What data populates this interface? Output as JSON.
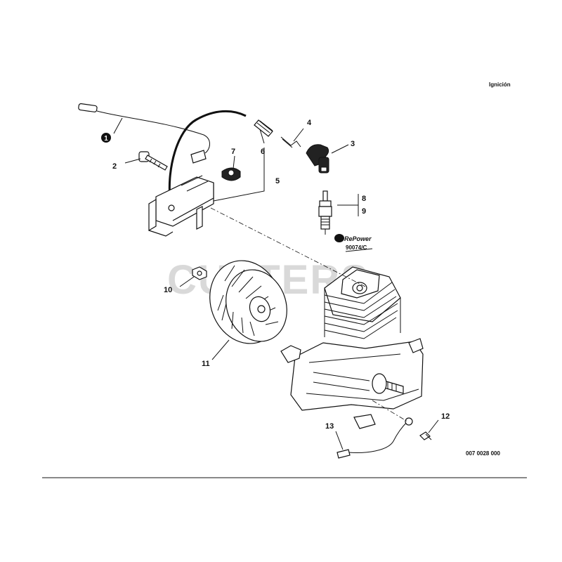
{
  "section_title": "Ignición",
  "drawing_number": "007 0028 000",
  "brand": {
    "logo_text": "RePower",
    "part_code": "90074/C"
  },
  "watermark": "CUTTERS",
  "callouts": [
    {
      "id": "c1",
      "label": "1",
      "target": "ignition lead",
      "highlighted": true
    },
    {
      "id": "c2",
      "label": "2",
      "target": "screw"
    },
    {
      "id": "c3",
      "label": "3",
      "target": "spark plug boot"
    },
    {
      "id": "c4",
      "label": "4",
      "target": "spring clip"
    },
    {
      "id": "c5",
      "label": "5",
      "target": "ignition coil bracket"
    },
    {
      "id": "c6",
      "label": "6",
      "target": "spring"
    },
    {
      "id": "c7",
      "label": "7",
      "target": "grommet"
    },
    {
      "id": "c8",
      "label": "8",
      "target": "spark plug"
    },
    {
      "id": "c9",
      "label": "9",
      "target": "spark plug"
    },
    {
      "id": "c10",
      "label": "10",
      "target": "nut"
    },
    {
      "id": "c11",
      "label": "11",
      "target": "flywheel"
    },
    {
      "id": "c12",
      "label": "12",
      "target": "screw"
    },
    {
      "id": "c13",
      "label": "13",
      "target": "stop wire"
    }
  ],
  "colors": {
    "ink": "#111111",
    "background": "#ffffff",
    "watermark": "#d9d9d9"
  }
}
